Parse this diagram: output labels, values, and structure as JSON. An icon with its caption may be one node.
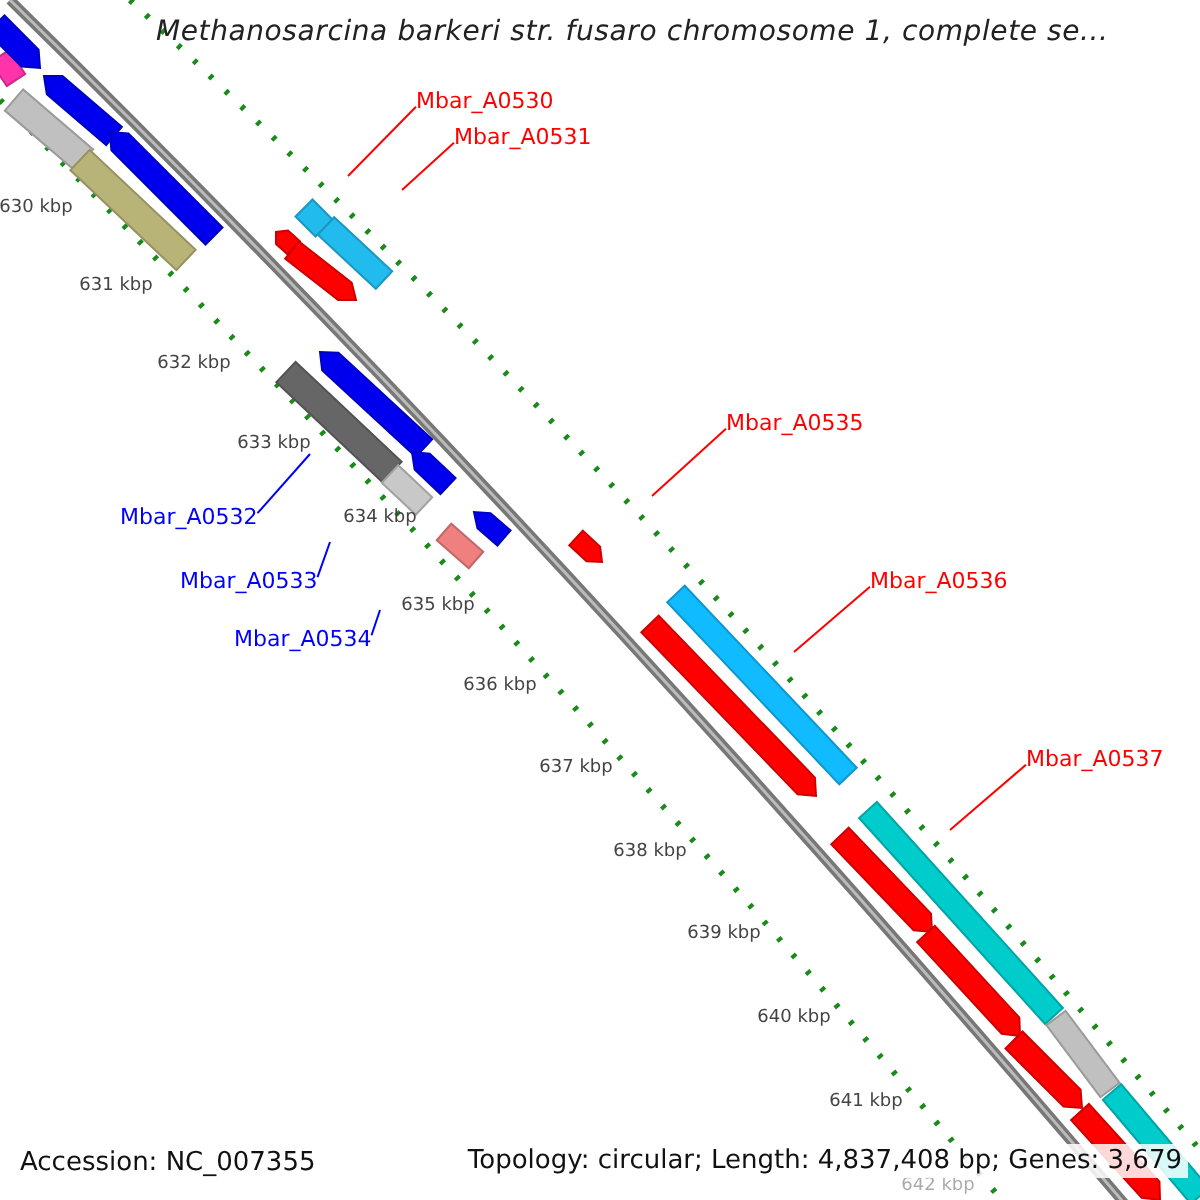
{
  "diagram": {
    "title": "Methanosarcina barkeri str. fusaro chromosome 1, complete se...",
    "nodes": [
      {
        "text": [
          "Mbar_A0530"
        ]
      },
      {
        "text": [
          "Mbar_A0531"
        ]
      },
      {
        "text": [
          "Mbar_A0532"
        ]
      },
      {
        "text": [
          "Mbar_A0533"
        ]
      },
      {
        "text": [
          "Mbar_A0534"
        ]
      },
      {
        "text": [
          "Mbar_A0535"
        ]
      },
      {
        "text": [
          "Mbar_A0536"
        ]
      },
      {
        "text": [
          "Mbar_A0537"
        ]
      }
    ],
    "edges": [
      {
        "from": 0,
        "to": null,
        "arrow": "none"
      },
      {
        "from": 1,
        "to": null,
        "arrow": "none"
      },
      {
        "from": 2,
        "to": null,
        "arrow": "none",
        "color": "#0000ff"
      },
      {
        "from": 3,
        "to": null,
        "arrow": "none",
        "color": "#0000ff"
      },
      {
        "from": 4,
        "to": null,
        "arrow": "none",
        "color": "#0000ff"
      },
      {
        "from": 5,
        "to": null,
        "arrow": "none"
      },
      {
        "from": 6,
        "to": null,
        "arrow": "none"
      },
      {
        "from": 7,
        "to": null,
        "arrow": "none"
      }
    ],
    "labels": [
      "630 kbp",
      "631 kbp",
      "632 kbp",
      "633 kbp",
      "634 kbp",
      "635 kbp",
      "636 kbp",
      "637 kbp",
      "638 kbp",
      "639 kbp",
      "640 kbp",
      "641 kbp",
      "642 kbp",
      "Accession: NC_007355",
      "Topology: circular; Length: 4,837,408 bp; Genes: 3,679"
    ]
  }
}
